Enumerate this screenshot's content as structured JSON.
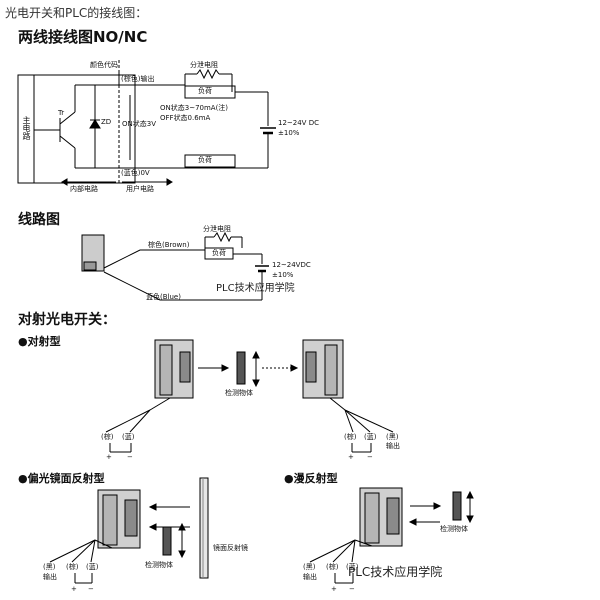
{
  "header": {
    "intro": "光电开关和PLC的接线图："
  },
  "two_wire": {
    "title": "两线接线图NO/NC",
    "color_code": "颜色代码",
    "shunt_resistor": "分泄电阻",
    "brown_output": "(棕色)输出",
    "main_circuit": "主电路",
    "tr": "Tr",
    "zd": "ZD",
    "on_state_voltage": "ON状态3V",
    "on_current": "ON状态3~70mA(注)",
    "off_current": "OFF状态0.6mA",
    "load": "负荷",
    "supply": "12~24V DC",
    "tolerance": "±10%",
    "blue_0v": "(蓝色)0V",
    "internal_circuit": "内部电路",
    "user_circuit": "用户电路"
  },
  "circuit": {
    "title": "线路图",
    "shunt": "分泄电阻",
    "brown": "棕色(Brown)",
    "blue": "蓝色(Blue)",
    "load": "负荷",
    "supply": "12~24VDC",
    "tolerance": "±10%",
    "watermark": "PLC技术应用学院"
  },
  "through_beam": {
    "section_title": "对射光电开关：",
    "type_label": "●对射型",
    "object": "检测物体",
    "brown": "(棕)",
    "blue": "(蓝)",
    "black": "(黑)",
    "output": "输出"
  },
  "retro": {
    "type_label": "●偏光镜面反射型",
    "mirror": "镜面反射镜",
    "object": "检测物体",
    "black": "(黑)",
    "output": "输出",
    "brown": "(棕)",
    "blue": "(蓝)"
  },
  "diffuse": {
    "type_label": "●漫反射型",
    "object": "检测物体",
    "black": "(黑)",
    "output": "输出",
    "brown": "(棕)",
    "blue": "(蓝)",
    "watermark": "PLC技术应用学院"
  },
  "signs": {
    "plus": "+",
    "minus": "−"
  }
}
